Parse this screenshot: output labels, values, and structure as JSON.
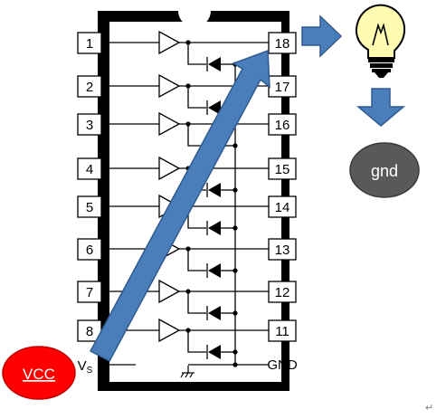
{
  "chip": {
    "left_pins": [
      {
        "label": "1"
      },
      {
        "label": "2"
      },
      {
        "label": "3"
      },
      {
        "label": "4"
      },
      {
        "label": "5"
      },
      {
        "label": "6"
      },
      {
        "label": "7"
      },
      {
        "label": "8"
      },
      {
        "label": "V",
        "sub": "S"
      }
    ],
    "right_pins": [
      {
        "label": "18"
      },
      {
        "label": "17"
      },
      {
        "label": "16"
      },
      {
        "label": "15"
      },
      {
        "label": "14"
      },
      {
        "label": "13"
      },
      {
        "label": "12"
      },
      {
        "label": "11"
      },
      {
        "label": "GND"
      }
    ]
  },
  "vcc": {
    "label": "VCC",
    "fill": "#ff0000"
  },
  "gnd": {
    "label": "gnd",
    "fill": "#595959"
  },
  "arrow_color": "#4a7ebb",
  "arrow_stroke": "#2f5a8f",
  "bulb_glass": "#fffbb0",
  "icons": [
    "light-bulb-icon",
    "ground-symbol-icon",
    "return-mark-icon"
  ],
  "corner_mark": "↵"
}
